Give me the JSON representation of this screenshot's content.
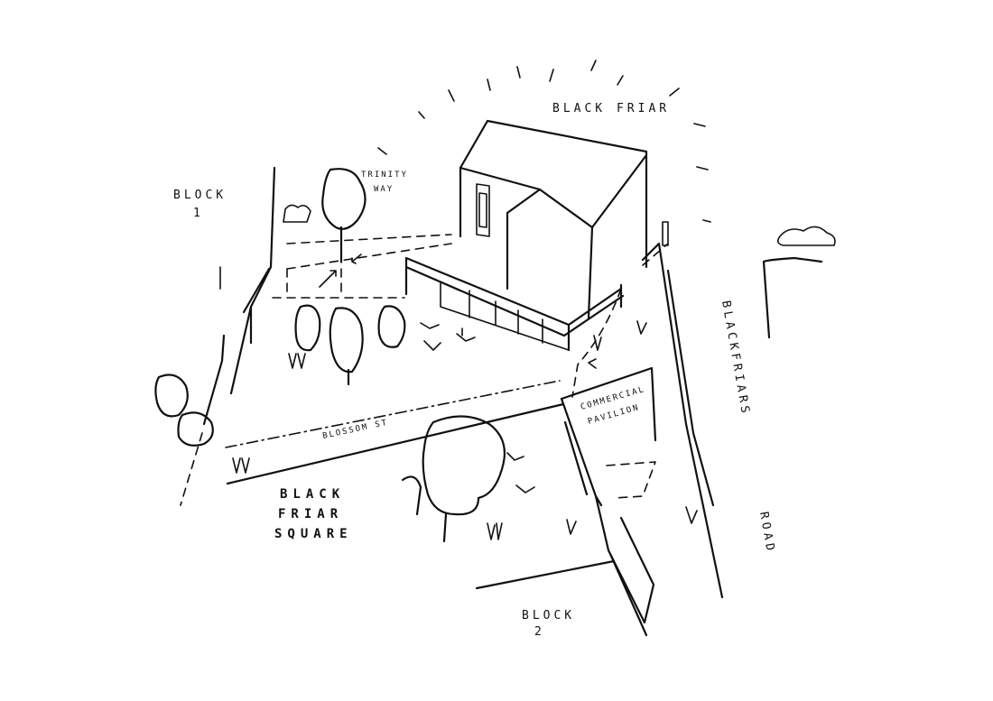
{
  "labels": {
    "black_friar": "BLACK FRIAR",
    "block_1_line1": "BLOCK",
    "block_1_line2": "1",
    "trinity_line1": "TRINITY",
    "trinity_line2": "WAY",
    "blossom_st": "BLOSSOM ST",
    "blackfriars_road_line1": "BLACKFRIARS",
    "blackfriars_road_line2": "ROAD",
    "commercial_pavilion_line1": "COMMERCIAL",
    "commercial_pavilion_line2": "PAVILION",
    "square_line1": "BLACK",
    "square_line2": "FRIAR",
    "square_line3": "SQUARE",
    "block_2_line1": "BLOCK",
    "block_2_line2": "2"
  },
  "colors": {
    "ink": "#111111",
    "paper": "#ffffff"
  }
}
